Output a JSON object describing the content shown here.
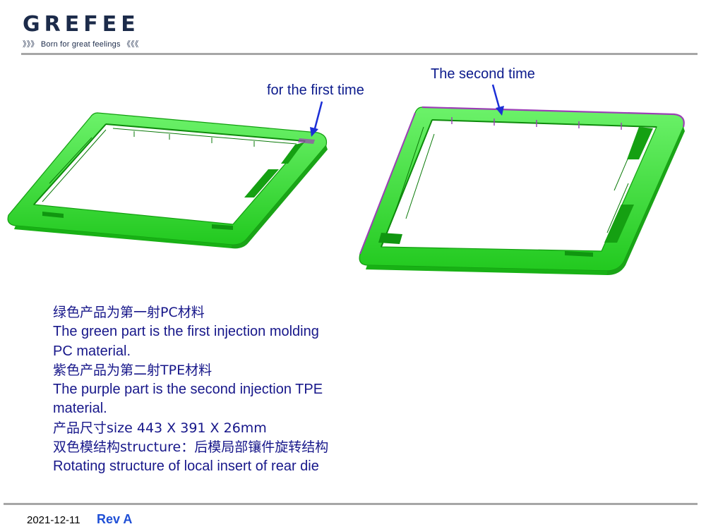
{
  "logo": {
    "name": "GREFEE",
    "tagline_prefix": "》》》",
    "tagline": "Born for great feelings",
    "tagline_suffix": "《《《"
  },
  "callouts": {
    "first": "for the first time",
    "second": "The second time"
  },
  "description": [
    "绿色产品为第一射PC材料",
    "The green part is the first injection molding",
    "PC material.",
    "紫色产品为第二射TPE材料",
    "The purple part is the second injection TPE",
    "material.",
    "产品尺寸size 443 X 391 X 26mm",
    "双色模结构structure：后模局部镶件旋转结构",
    "Rotating structure of local insert of rear die"
  ],
  "footer": {
    "date": "2021-12-11",
    "revision": "Rev A"
  },
  "colors": {
    "pc_green": "#3de63b",
    "tpe_purple": "#9b3fb5",
    "arrow_blue": "#1c2fd6",
    "text_navy": "#17178a"
  }
}
